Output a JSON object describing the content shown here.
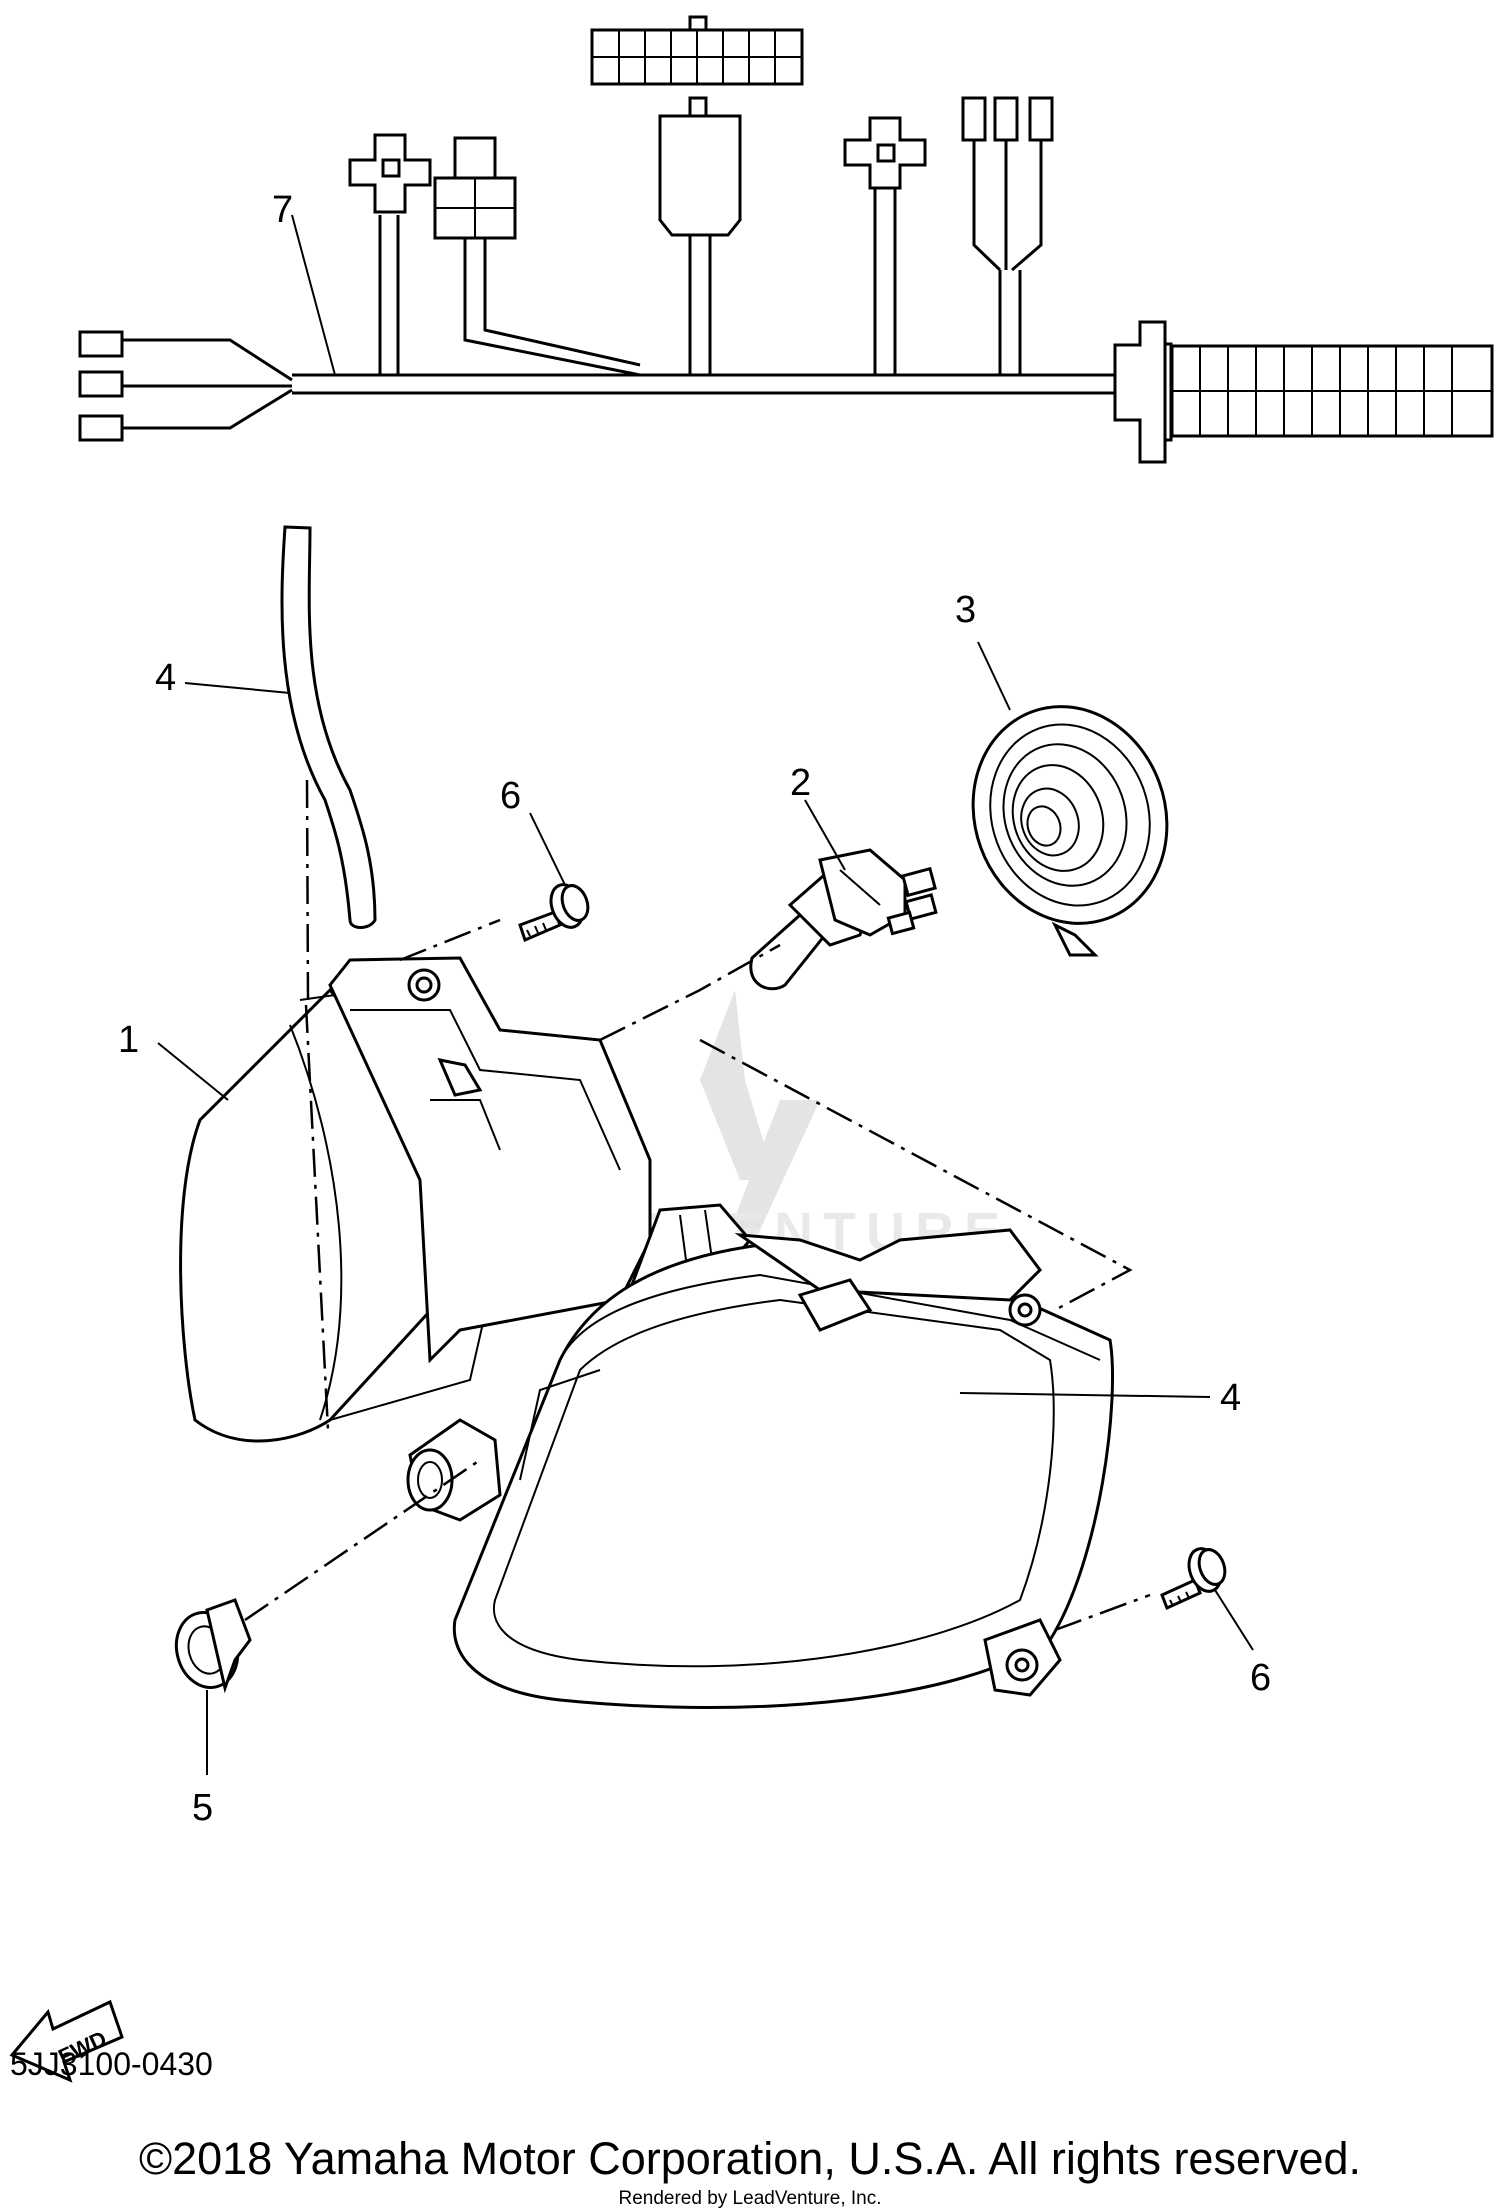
{
  "diagram": {
    "part_labels": {
      "p1": "1",
      "p2": "2",
      "p3": "3",
      "p4a": "4",
      "p4b": "4",
      "p5": "5",
      "p6a": "6",
      "p6b": "6",
      "p7": "7"
    },
    "fwd_label": "FWD",
    "diagram_code": "5JJ3100-0430",
    "watermark_text": "LEADVENTURE",
    "copyright": "©2018 Yamaha Motor Corporation, U.S.A. All rights reserved.",
    "rendered_by": "Rendered by LeadVenture, Inc."
  }
}
